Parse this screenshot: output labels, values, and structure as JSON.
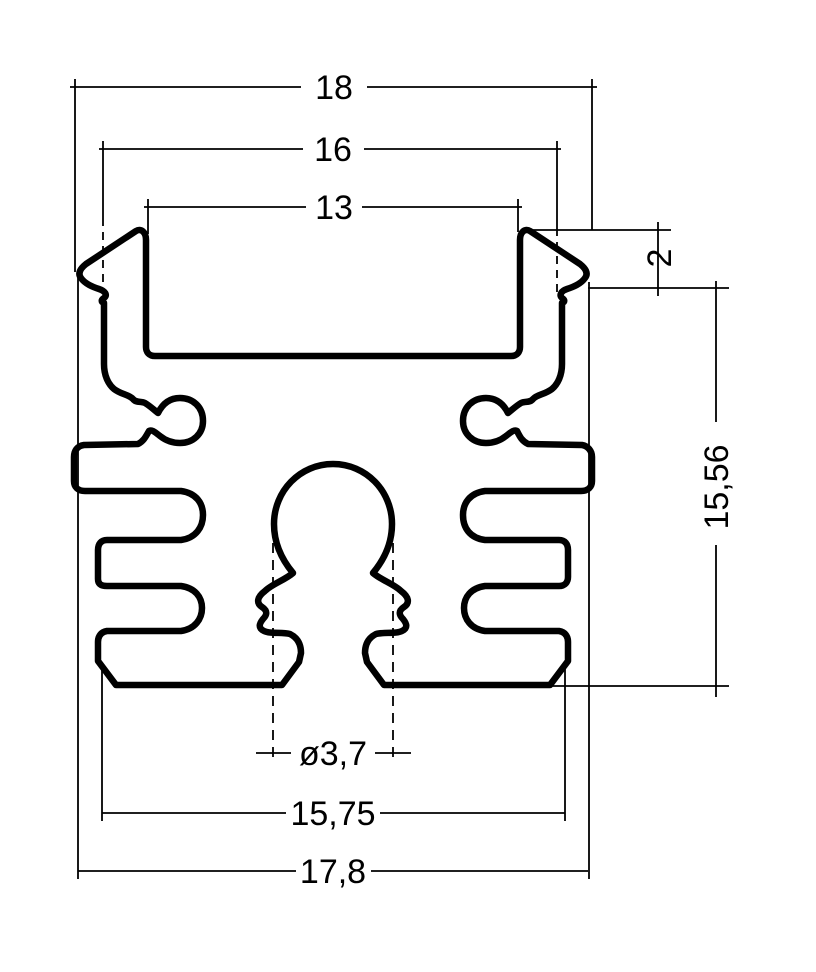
{
  "drawing": {
    "background_color": "#ffffff",
    "line_color": "#000000",
    "dimensions": {
      "overall_width": "18",
      "wall_width": "16",
      "channel_width": "13",
      "lip_depth": "2",
      "profile_height": "15,56",
      "hole_diameter": "ø3,7",
      "fin_span": "15,75",
      "base_width": "17,8"
    }
  }
}
